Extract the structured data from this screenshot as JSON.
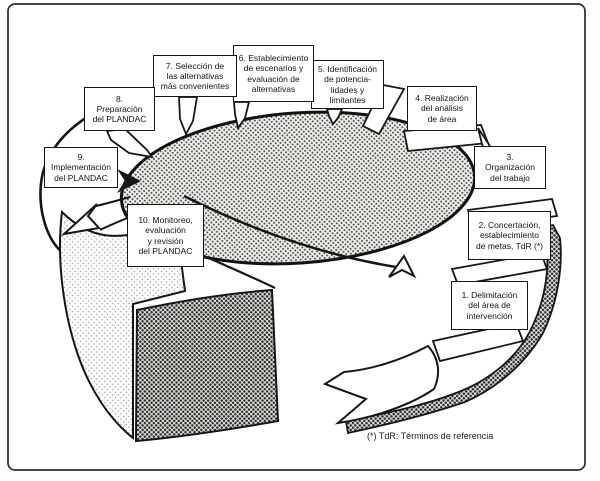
{
  "diagram": {
    "steps": [
      {
        "label": "1. Delimitación\ndel área de\nintervención"
      },
      {
        "label": "2. Concertación,\nestablecimiento\nde metas, TdR (*)"
      },
      {
        "label": "3.\nOrganización\ndel trabajo"
      },
      {
        "label": "4. Realización\ndel análisis\nde área"
      },
      {
        "label": "5. Identificación\nde potencia-\nlidades y\nlimitantes"
      },
      {
        "label": "6. Establecimiento\nde escenarios y\nevaluación de\nalternativas"
      },
      {
        "label": "7. Selección de\nlas alternativas\nmás convenientes"
      },
      {
        "label": "8.\nPreparación\ndel PLANDAC"
      },
      {
        "label": "9.\nImplementación\ndel PLANDAC"
      },
      {
        "label": "10. Monitoreo,\nevaluación\ny revisión\ndel PLANDAC"
      }
    ],
    "footnote": "(*) TdR: Términos de referencia",
    "colors": {
      "ink": "#161616",
      "paper": "#ffffff"
    }
  }
}
